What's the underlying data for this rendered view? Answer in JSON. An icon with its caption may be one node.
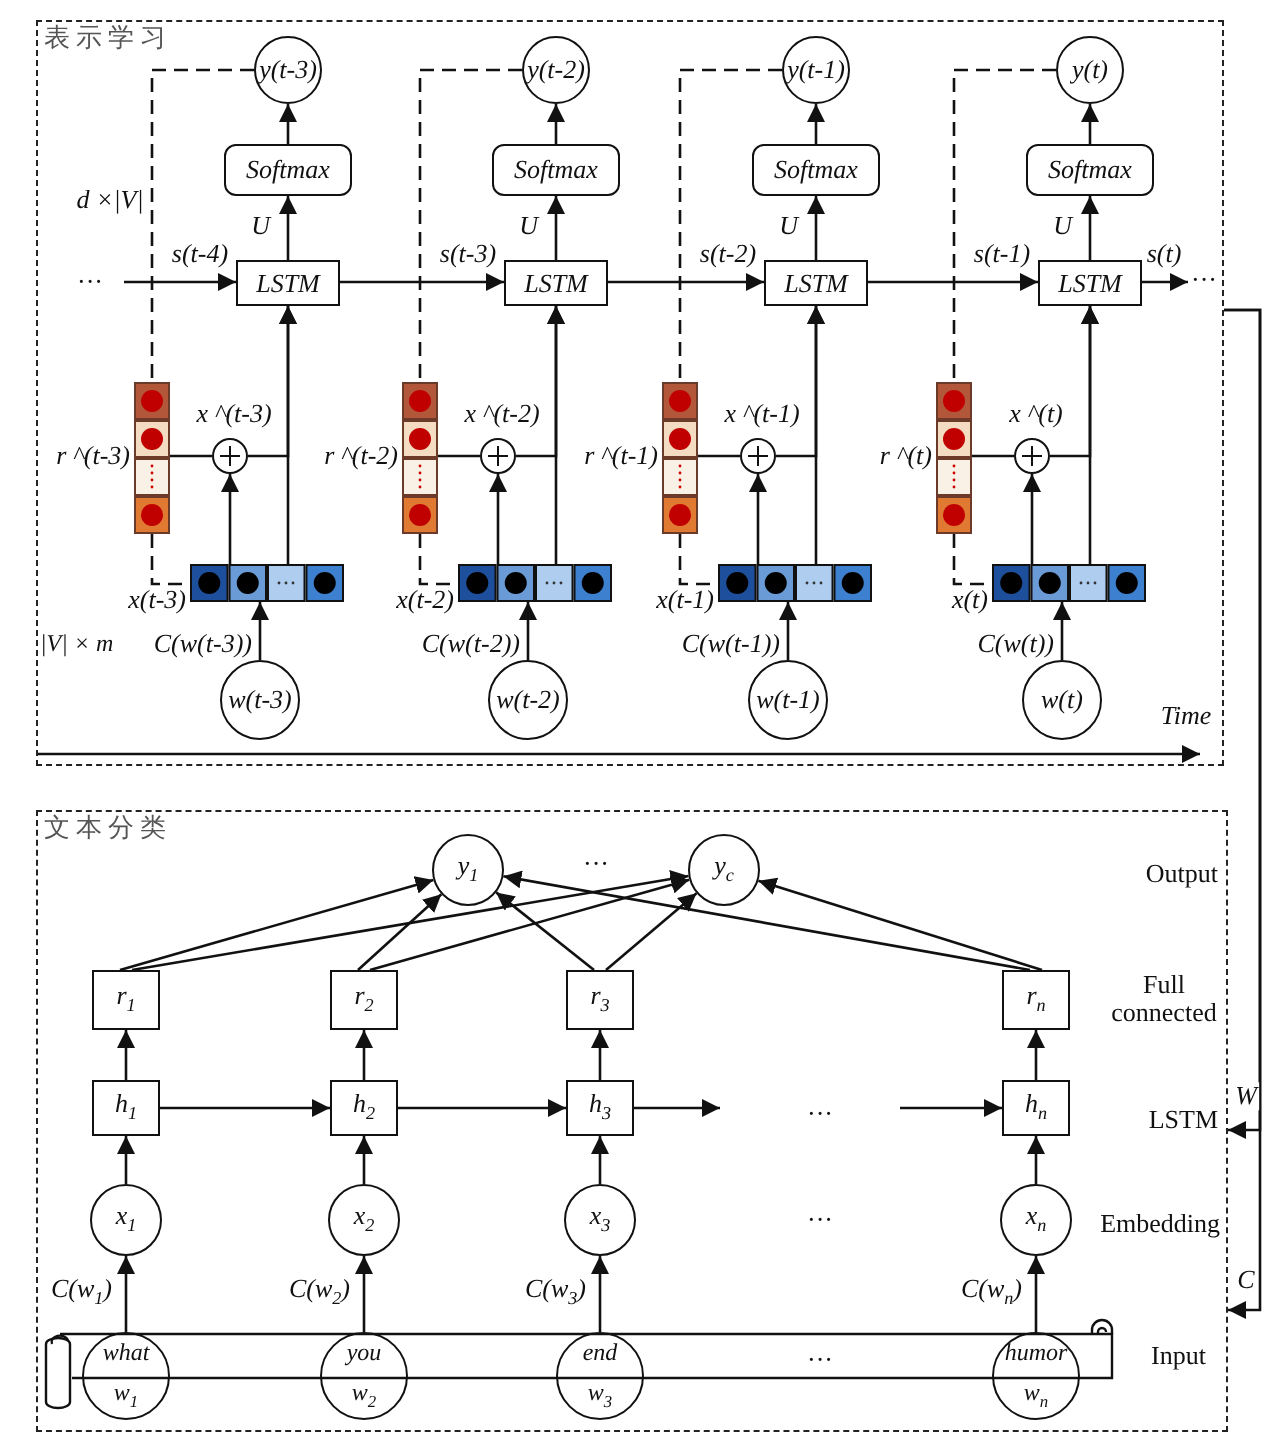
{
  "diagram": {
    "nodes": [
      {
        "text": [
          "表示学习"
        ]
      },
      {
        "text": [
          "y(t-3)"
        ],
        "in": 0
      },
      {
        "text": [
          "Softmax"
        ],
        "in": 0
      },
      {
        "text": [
          "LSTM"
        ],
        "in": 0
      },
      {
        "text": [],
        "shape": "bar",
        "in": 0,
        "beside": [
          "r ^(t-3)"
        ]
      },
      {
        "text": [],
        "shape": "circle",
        "in": 0
      },
      {
        "text": [],
        "shape": "bar",
        "in": 0,
        "beside": [
          "x(t-3)"
        ]
      },
      {
        "text": [
          "w(t-3)"
        ],
        "in": 0
      },
      {
        "text": [
          "y(t-2)"
        ],
        "in": 0
      },
      {
        "text": [
          "Softmax"
        ],
        "in": 0
      },
      {
        "text": [
          "LSTM"
        ],
        "in": 0
      },
      {
        "text": [],
        "shape": "bar",
        "in": 0,
        "beside": [
          "r ^(t-2)"
        ]
      },
      {
        "text": [],
        "shape": "circle",
        "in": 0
      },
      {
        "text": [],
        "shape": "bar",
        "in": 0,
        "beside": [
          "x(t-2)"
        ]
      },
      {
        "text": [
          "w(t-2)"
        ],
        "in": 0
      },
      {
        "text": [
          "y(t-1)"
        ],
        "in": 0
      },
      {
        "text": [
          "Softmax"
        ],
        "in": 0
      },
      {
        "text": [
          "LSTM"
        ],
        "in": 0
      },
      {
        "text": [],
        "shape": "bar",
        "in": 0,
        "beside": [
          "r ^(t-1)"
        ]
      },
      {
        "text": [],
        "shape": "circle",
        "in": 0
      },
      {
        "text": [],
        "shape": "bar",
        "in": 0,
        "beside": [
          "x(t-1)"
        ]
      },
      {
        "text": [
          "w(t-1)"
        ],
        "in": 0
      },
      {
        "text": [
          "y(t)"
        ],
        "in": 0
      },
      {
        "text": [
          "Softmax"
        ],
        "in": 0
      },
      {
        "text": [
          "LSTM"
        ],
        "in": 0
      },
      {
        "text": [],
        "shape": "bar",
        "in": 0,
        "beside": [
          "r ^(t)"
        ]
      },
      {
        "text": [],
        "shape": "circle",
        "in": 0
      },
      {
        "text": [],
        "shape": "bar",
        "in": 0,
        "beside": [
          "x(t)"
        ]
      },
      {
        "text": [
          "w(t)"
        ],
        "in": 0
      },
      {
        "text": [
          "文本分类"
        ]
      },
      {
        "text": [
          "y$_{1}$"
        ],
        "in": 29
      },
      {
        "text": [
          "y$_{c}$"
        ],
        "in": 29
      },
      {
        "text": [
          "r$_{1}$"
        ],
        "in": 29
      },
      {
        "text": [
          "r$_{2}$"
        ],
        "in": 29
      },
      {
        "text": [
          "r$_{3}$"
        ],
        "in": 29
      },
      {
        "text": [
          "r$_{n}$"
        ],
        "in": 29
      },
      {
        "text": [
          "h$_{1}$"
        ],
        "in": 29
      },
      {
        "text": [
          "h$_{2}$"
        ],
        "in": 29
      },
      {
        "text": [
          "h$_{3}$"
        ],
        "in": 29
      },
      {
        "text": [
          "h$_{n}$"
        ],
        "in": 29
      },
      {
        "text": [
          "x$_{1}$"
        ],
        "in": 29
      },
      {
        "text": [
          "x$_{2}$"
        ],
        "in": 29
      },
      {
        "text": [
          "x$_{3}$"
        ],
        "in": 29
      },
      {
        "text": [
          "x$_{n}$"
        ],
        "in": 29
      },
      {
        "text": [],
        "shape": "scroll",
        "in": 29
      },
      {
        "text": [
          "what",
          "w$_{1}$"
        ],
        "in": 29
      },
      {
        "text": [
          "you",
          "w$_{2}$"
        ],
        "in": 29
      },
      {
        "text": [
          "end",
          "w$_{3}$"
        ],
        "in": 29
      },
      {
        "text": [
          "humor",
          "w$_{n}$"
        ],
        "in": 29
      },
      {
        "text": [
          "···"
        ],
        "in": 0
      }
    ],
    "edges": [
      {
        "from": 3,
        "to": 2,
        "arrow": "to",
        "label": "U"
      },
      {
        "from": 2,
        "to": 1,
        "arrow": "to"
      },
      {
        "from": 1,
        "to": 4,
        "arrow": "none",
        "style": "dashed"
      },
      {
        "from": 4,
        "to": 5,
        "arrow": "none"
      },
      {
        "from": 4,
        "to": 6,
        "arrow": "none",
        "style": "dashed"
      },
      {
        "from": 6,
        "to": 5,
        "arrow": "to"
      },
      {
        "from": 6,
        "to": 3,
        "arrow": "to"
      },
      {
        "from": 5,
        "to": 3,
        "arrow": "to",
        "label": "x ^(t-3)"
      },
      {
        "from": 7,
        "to": 6,
        "arrow": "to",
        "label": "C(w(t-3))"
      },
      {
        "from": null,
        "to": 3,
        "arrow": "to",
        "label": "s(t-4)"
      },
      {
        "from": 10,
        "to": 9,
        "arrow": "to",
        "label": "U"
      },
      {
        "from": 9,
        "to": 8,
        "arrow": "to"
      },
      {
        "from": 8,
        "to": 11,
        "arrow": "none",
        "style": "dashed"
      },
      {
        "from": 11,
        "to": 12,
        "arrow": "none"
      },
      {
        "from": 11,
        "to": 13,
        "arrow": "none",
        "style": "dashed"
      },
      {
        "from": 13,
        "to": 12,
        "arrow": "to"
      },
      {
        "from": 13,
        "to": 10,
        "arrow": "to"
      },
      {
        "from": 12,
        "to": 10,
        "arrow": "to",
        "label": "x ^(t-2)"
      },
      {
        "from": 14,
        "to": 13,
        "arrow": "to",
        "label": "C(w(t-2))"
      },
      {
        "from": 3,
        "to": 10,
        "arrow": "to",
        "label": "s(t-3)"
      },
      {
        "from": 17,
        "to": 16,
        "arrow": "to",
        "label": "U"
      },
      {
        "from": 16,
        "to": 15,
        "arrow": "to"
      },
      {
        "from": 15,
        "to": 18,
        "arrow": "none",
        "style": "dashed"
      },
      {
        "from": 18,
        "to": 19,
        "arrow": "none"
      },
      {
        "from": 18,
        "to": 20,
        "arrow": "none",
        "style": "dashed"
      },
      {
        "from": 20,
        "to": 19,
        "arrow": "to"
      },
      {
        "from": 20,
        "to": 17,
        "arrow": "to"
      },
      {
        "from": 19,
        "to": 17,
        "arrow": "to",
        "label": "x ^(t-1)"
      },
      {
        "from": 21,
        "to": 20,
        "arrow": "to",
        "label": "C(w(t-1))"
      },
      {
        "from": 10,
        "to": 17,
        "arrow": "to",
        "label": "s(t-2)"
      },
      {
        "from": 24,
        "to": 23,
        "arrow": "to",
        "label": "U"
      },
      {
        "from": 23,
        "to": 22,
        "arrow": "to"
      },
      {
        "from": 22,
        "to": 25,
        "arrow": "none",
        "style": "dashed"
      },
      {
        "from": 25,
        "to": 26,
        "arrow": "none"
      },
      {
        "from": 25,
        "to": 27,
        "arrow": "none",
        "style": "dashed"
      },
      {
        "from": 27,
        "to": 26,
        "arrow": "to"
      },
      {
        "from": 27,
        "to": 24,
        "arrow": "to"
      },
      {
        "from": 26,
        "to": 24,
        "arrow": "to",
        "label": "x ^(t)"
      },
      {
        "from": 28,
        "to": 27,
        "arrow": "to",
        "label": "C(w(t))"
      },
      {
        "from": 17,
        "to": 24,
        "arrow": "to",
        "label": "s(t-1)"
      },
      {
        "from": 24,
        "to": 49,
        "arrow": "to",
        "label": "s(t)"
      },
      {
        "from": 0,
        "to": 29,
        "arrow": "to",
        "label": "W"
      },
      {
        "from": 0,
        "to": 29,
        "arrow": "to",
        "label": "C"
      },
      {
        "from": 32,
        "to": 30,
        "arrow": "to"
      },
      {
        "from": 32,
        "to": 31,
        "arrow": "to"
      },
      {
        "from": 33,
        "to": 30,
        "arrow": "to"
      },
      {
        "from": 33,
        "to": 31,
        "arrow": "to"
      },
      {
        "from": 34,
        "to": 30,
        "arrow": "to"
      },
      {
        "from": 34,
        "to": 31,
        "arrow": "to"
      },
      {
        "from": 35,
        "to": 30,
        "arrow": "to"
      },
      {
        "from": 35,
        "to": 31,
        "arrow": "to"
      },
      {
        "from": 36,
        "to": 37,
        "arrow": "to"
      },
      {
        "from": 37,
        "to": 38,
        "arrow": "to"
      },
      {
        "from": 38,
        "to": null,
        "arrow": "to"
      },
      {
        "from": null,
        "to": 39,
        "arrow": "to"
      },
      {
        "from": 36,
        "to": 32,
        "arrow": "to"
      },
      {
        "from": 37,
        "to": 33,
        "arrow": "to"
      },
      {
        "from": 38,
        "to": 34,
        "arrow": "to"
      },
      {
        "from": 39,
        "to": 35,
        "arrow": "to"
      },
      {
        "from": 40,
        "to": 36,
        "arrow": "to"
      },
      {
        "from": 41,
        "to": 37,
        "arrow": "to"
      },
      {
        "from": 42,
        "to": 38,
        "arrow": "to"
      },
      {
        "from": 43,
        "to": 39,
        "arrow": "to"
      },
      {
        "from": 45,
        "to": 40,
        "arrow": "to",
        "label": "C(w$_{1}$)"
      },
      {
        "from": 46,
        "to": 41,
        "arrow": "to",
        "label": "C(w$_{2}$)"
      },
      {
        "from": 47,
        "to": 42,
        "arrow": "to",
        "label": "C(w$_{3}$)"
      },
      {
        "from": 48,
        "to": 43,
        "arrow": "to",
        "label": "C(w$_{n}$)"
      }
    ],
    "labels": [
      "d ×|V|",
      "···",
      "|V| × m",
      "Time",
      "···",
      "Output",
      "Full connected",
      "LSTM",
      "Embedding",
      "Input",
      "···",
      "···",
      "···"
    ]
  }
}
